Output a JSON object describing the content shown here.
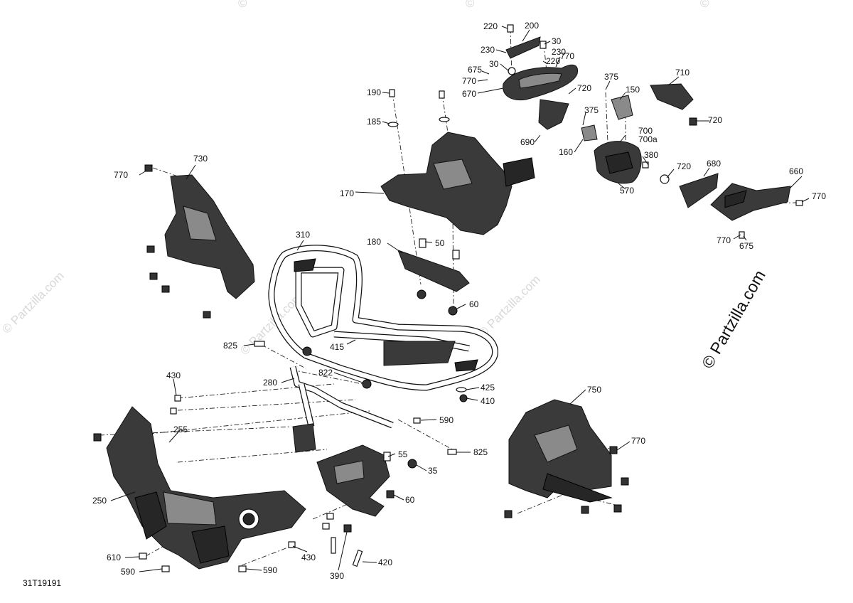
{
  "diagram_id": "31T19191",
  "watermark": "© Partzilla.com",
  "callouts": {
    "c220a": "220",
    "c200": "200",
    "c30a": "30",
    "c230a": "230",
    "c230b": "230",
    "c770a": "770",
    "c30b": "30",
    "c220b": "220",
    "c675a": "675",
    "c770b": "770",
    "c670": "670",
    "c720a": "720",
    "c375a": "375",
    "c150": "150",
    "c710": "710",
    "c190": "190",
    "c185": "185",
    "c690": "690",
    "c375b": "375",
    "c720b": "720",
    "c700": "700",
    "c700a": "700a",
    "c160": "160",
    "c380": "380",
    "c720c": "720",
    "c680": "680",
    "c660": "660",
    "c730": "730",
    "c770c": "770",
    "c170": "170",
    "c570": "570",
    "c770d": "770",
    "c770e": "770",
    "c675b": "675",
    "c310": "310",
    "c180": "180",
    "c50": "50",
    "c60a": "60",
    "c825a": "825",
    "c415": "415",
    "c822": "822",
    "c280": "280",
    "c425": "425",
    "c410": "410",
    "c430a": "430",
    "c750": "750",
    "c590a": "590",
    "c255": "255",
    "c770f": "770",
    "c825b": "825",
    "c55": "55",
    "c35": "35",
    "c250": "250",
    "c60b": "60",
    "c610": "610",
    "c430b": "430",
    "c590b": "590",
    "c590c": "590",
    "c420": "420",
    "c390": "390"
  },
  "icons": {
    "bolt": "bolt-icon",
    "nut": "nut-icon",
    "washer": "washer-icon"
  },
  "colors": {
    "line": "#111111",
    "part_fill": "#3a3a3a",
    "background": "#ffffff",
    "faint_watermark": "#d8d8d8"
  }
}
